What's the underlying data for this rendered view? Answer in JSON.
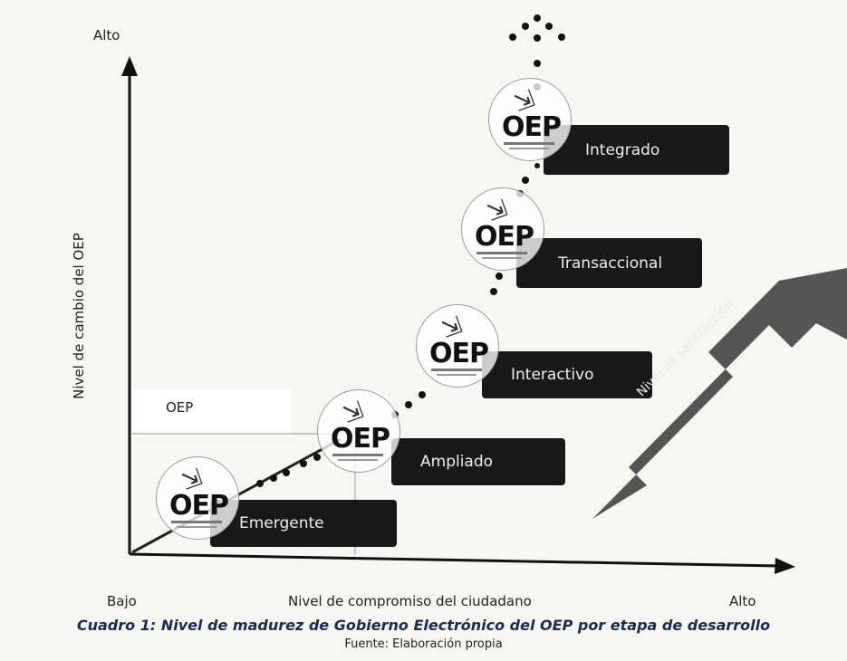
{
  "axes": {
    "y_top_label": "Alto",
    "y_title": "Nivel de cambio del OEP",
    "x_left_label": "Bajo",
    "x_title": "Nivel de compromiso del ciudadano",
    "x_right_label": "Alto"
  },
  "box_label": "OEP",
  "logo_text": "OEP",
  "stages": [
    {
      "label": "Emergente"
    },
    {
      "label": "Ampliado"
    },
    {
      "label": "Interactivo"
    },
    {
      "label": "Transaccional"
    },
    {
      "label": "Integrado"
    }
  ],
  "arrow_label": "Nivel de satisfacción",
  "caption": "Cuadro 1: Nivel de madurez de Gobierno Electrónico del OEP por etapa de desarrollo",
  "source": "Fuente: Elaboración propia",
  "colors": {
    "stage_box": "#181818",
    "arrow": "#555555",
    "caption": "#1d2a52"
  }
}
